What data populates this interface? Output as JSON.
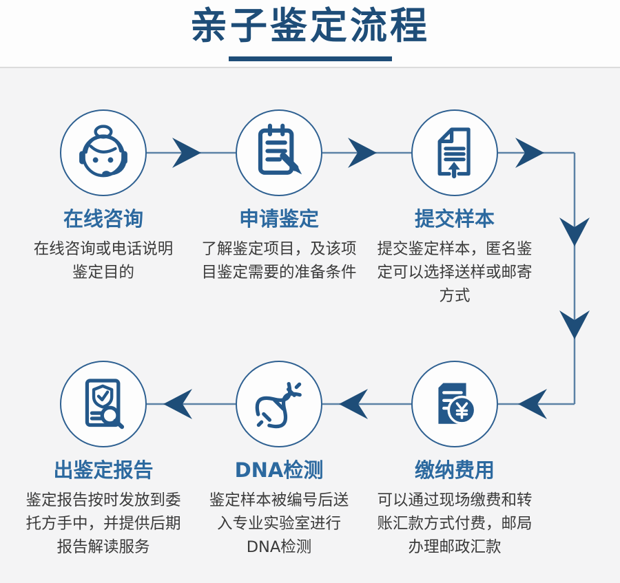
{
  "header": {
    "title": "亲子鉴定流程"
  },
  "colors": {
    "accent_navy": "#1e4d78",
    "step_title_blue": "#2c699f",
    "icon_stroke": "#24588a",
    "flow_line": "#5b81a5",
    "body_text": "#3a3a3a",
    "background": "#f4f4f5",
    "header_background": "#fdfdfd"
  },
  "steps": [
    {
      "title": "在线咨询",
      "desc": "在线咨询或电话说明\n鉴定目的",
      "icon": "customer-service-icon"
    },
    {
      "title": "申请鉴定",
      "desc": "了解鉴定项目，及该项\n目鉴定需要的准备条件",
      "icon": "clipboard-pen-icon"
    },
    {
      "title": "提交样本",
      "desc": "提交鉴定样本，匿名鉴\n定可以选择送样或邮寄\n方式",
      "icon": "document-upload-icon"
    },
    {
      "title": "缴纳费用",
      "desc": "可以通过现场缴费和转\n账汇款方式付费，邮局\n办理邮政汇款",
      "icon": "bill-yuan-icon"
    },
    {
      "title": "DNA检测",
      "desc": "鉴定样本被编号后送\n入专业实验室进行\nDNA检测",
      "icon": "dna-icon"
    },
    {
      "title": "出鉴定报告",
      "desc": "鉴定报告按时发放到委\n托方手中，并提供后期\n报告解读服务",
      "icon": "report-check-icon"
    }
  ]
}
